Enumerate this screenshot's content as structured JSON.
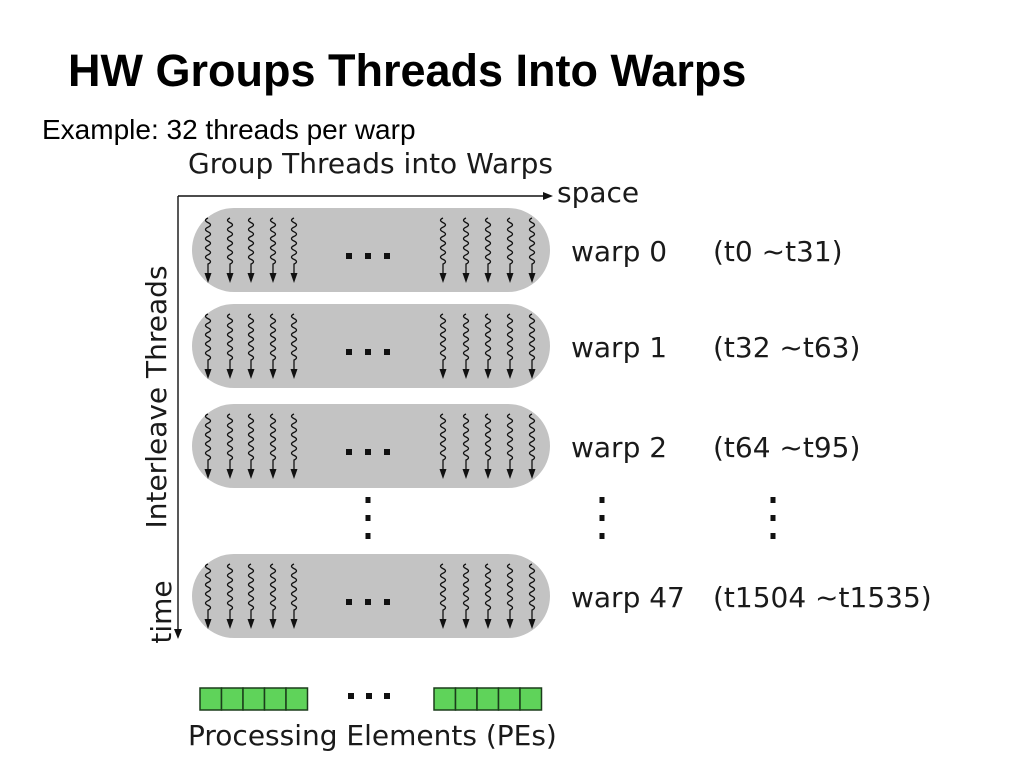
{
  "slide": {
    "title": "HW Groups Threads Into Warps",
    "subtitle": "Example: 32 threads per warp"
  },
  "diagram": {
    "heading": "Group Threads into Warps",
    "horizontal_axis_label": "space",
    "vertical_axis_label": "Interleave Threads",
    "vertical_axis_direction_label": "time",
    "warps": [
      {
        "label": "warp 0",
        "thread_range": "(t0 ~t31)"
      },
      {
        "label": "warp 1",
        "thread_range": "(t32 ~t63)"
      },
      {
        "label": "warp 2",
        "thread_range": "(t64 ~t95)"
      },
      {
        "label": "warp 47",
        "thread_range": "(t1504 ~t1535)"
      }
    ],
    "pe_label": "Processing Elements (PEs)",
    "colors": {
      "warp_fill": "#c3c3c3",
      "pe_fill": "#5fd35a",
      "pe_stroke": "#1b3d1b",
      "ink": "#111111"
    }
  }
}
